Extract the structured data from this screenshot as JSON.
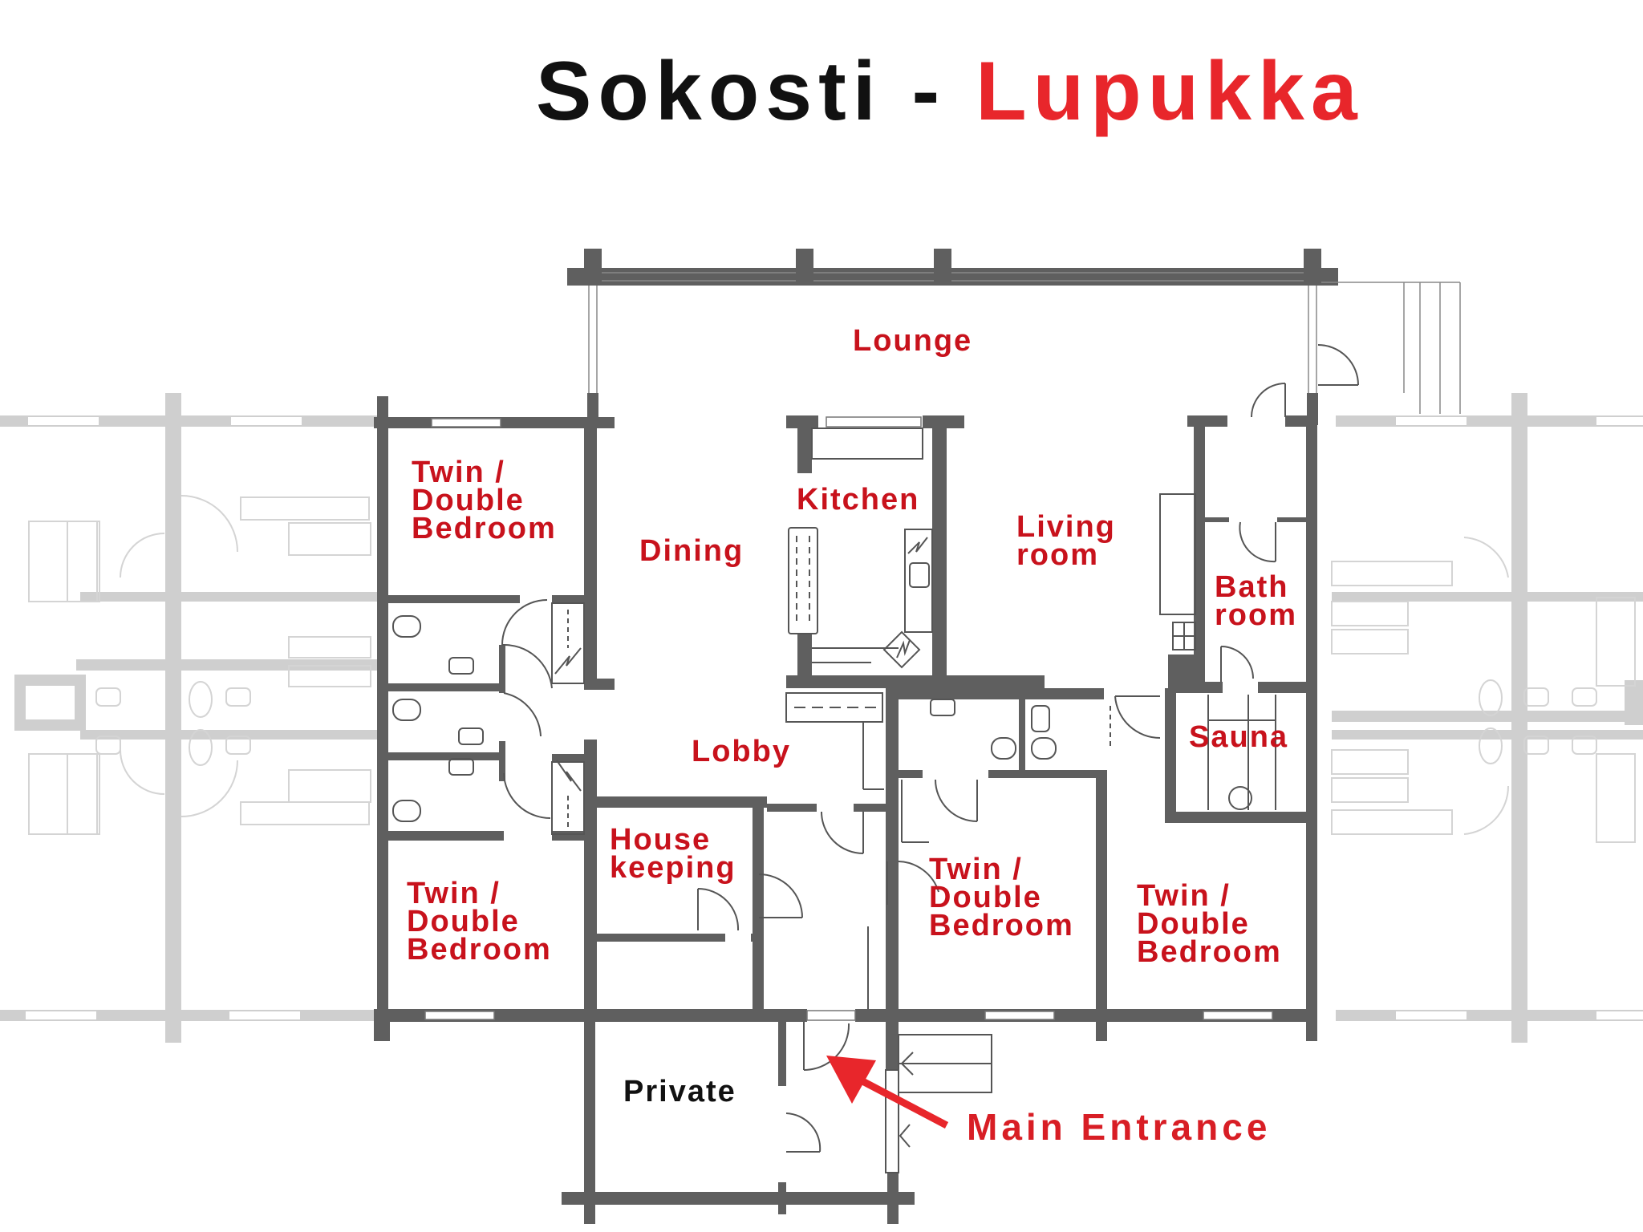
{
  "title": {
    "part1": "Sokosti -",
    "part2": "Lupukka",
    "part1_color": "#111111",
    "part2_color": "#e8262b"
  },
  "colors": {
    "wall": "#5f5f5f",
    "wall_faded": "#c8c8c8",
    "line": "#555555",
    "label_red": "#c8121c",
    "arrow_red": "#e8262b"
  },
  "rooms": {
    "lounge": "Lounge",
    "dining": "Dining",
    "kitchen": "Kitchen",
    "living_room": {
      "line1": "Living",
      "line2": "room"
    },
    "bathroom": {
      "line1": "Bath",
      "line2": "room"
    },
    "sauna": "Sauna",
    "lobby": "Lobby",
    "housekeeping": {
      "line1": "House",
      "line2": "keeping"
    },
    "private": "Private",
    "bedroom_nw": {
      "line1": "Twin /",
      "line2": "Double",
      "line3": "Bedroom"
    },
    "bedroom_sw": {
      "line1": "Twin /",
      "line2": "Double",
      "line3": "Bedroom"
    },
    "bedroom_center": {
      "line1": "Twin /",
      "line2": "Double",
      "line3": "Bedroom"
    },
    "bedroom_se": {
      "line1": "Twin /",
      "line2": "Double",
      "line3": "Bedroom"
    }
  },
  "annotations": {
    "main_entrance": "Main Entrance"
  }
}
